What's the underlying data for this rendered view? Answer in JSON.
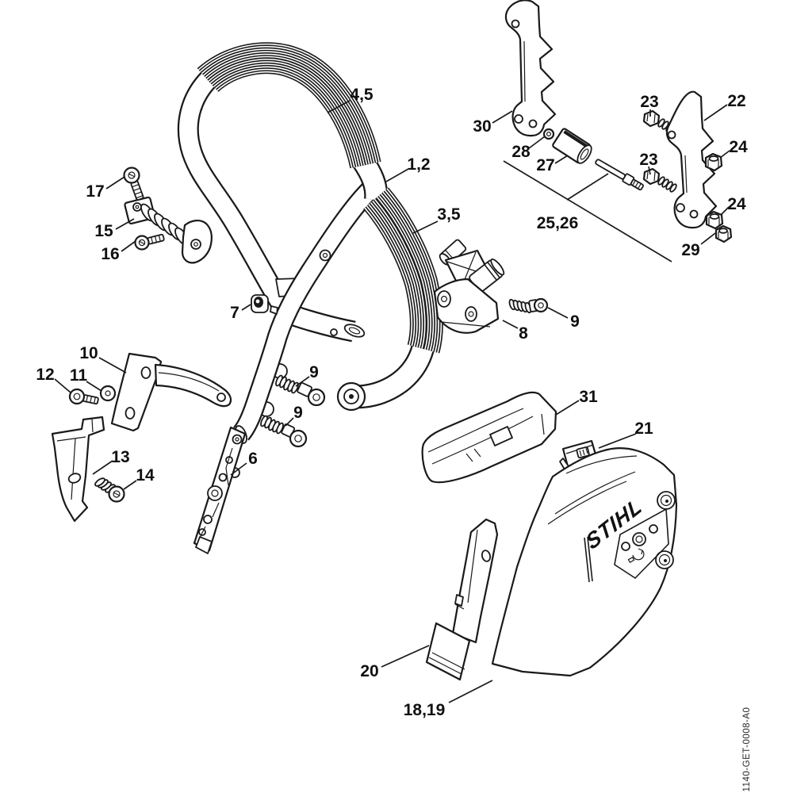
{
  "diagram": {
    "brand_logo": "STIHL",
    "drawing_number": "1140-GET-0008-A0",
    "background_color": "#ffffff",
    "line_color": "#1a1a1a",
    "callouts": [
      {
        "label": "17"
      },
      {
        "label": "15"
      },
      {
        "label": "16"
      },
      {
        "label": "4,5"
      },
      {
        "label": "1,2"
      },
      {
        "label": "3,5"
      },
      {
        "label": "30"
      },
      {
        "label": "28"
      },
      {
        "label": "27"
      },
      {
        "label": "25,26"
      },
      {
        "label": "23"
      },
      {
        "label": "23"
      },
      {
        "label": "22"
      },
      {
        "label": "24"
      },
      {
        "label": "24"
      },
      {
        "label": "29"
      },
      {
        "label": "7"
      },
      {
        "label": "9"
      },
      {
        "label": "9"
      },
      {
        "label": "9"
      },
      {
        "label": "8"
      },
      {
        "label": "10"
      },
      {
        "label": "12"
      },
      {
        "label": "11"
      },
      {
        "label": "13"
      },
      {
        "label": "14"
      },
      {
        "label": "6"
      },
      {
        "label": "31"
      },
      {
        "label": "21"
      },
      {
        "label": "20"
      },
      {
        "label": "18,19"
      }
    ]
  }
}
